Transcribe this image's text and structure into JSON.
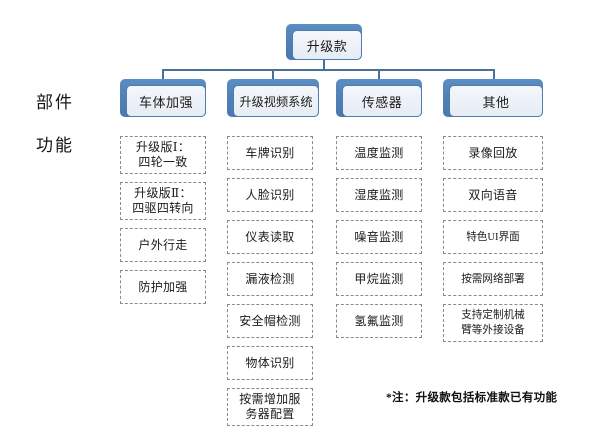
{
  "diagram": {
    "root": {
      "label": "升级款"
    },
    "row_labels": {
      "parts": "部件",
      "functions": "功能"
    },
    "categories": [
      {
        "label": "车体加强"
      },
      {
        "label": "升级视频系统"
      },
      {
        "label": "传感器"
      },
      {
        "label": "其他"
      }
    ],
    "columns": [
      {
        "category": "车体加强",
        "features": [
          "升级版Ⅰ：\n四轮一致",
          "升级版Ⅱ：\n四驱四转向",
          "户外行走",
          "防护加强"
        ]
      },
      {
        "category": "升级视频系统",
        "features": [
          "车牌识别",
          "人脸识别",
          "仪表读取",
          "漏液检测",
          "安全帽检测",
          "物体识别",
          "按需增加服\n务器配置"
        ]
      },
      {
        "category": "传感器",
        "features": [
          "温度监测",
          "湿度监测",
          "噪音监测",
          "甲烷监测",
          "氢氟监测"
        ]
      },
      {
        "category": "其他",
        "features": [
          "录像回放",
          "双向语音",
          "特色UI界面",
          "按需网络部署",
          "支持定制机械\n臂等外接设备"
        ]
      }
    ],
    "footnote": "*注：升级款包括标准款已有功能",
    "colors": {
      "node_fill": "#eef2f8",
      "node_border": "#4e7cb0",
      "node_shadow": "#5b8ec4",
      "connector": "#45719b",
      "feature_border": "#8a8a8a",
      "text": "#1b1b1b",
      "background": "#ffffff"
    }
  }
}
